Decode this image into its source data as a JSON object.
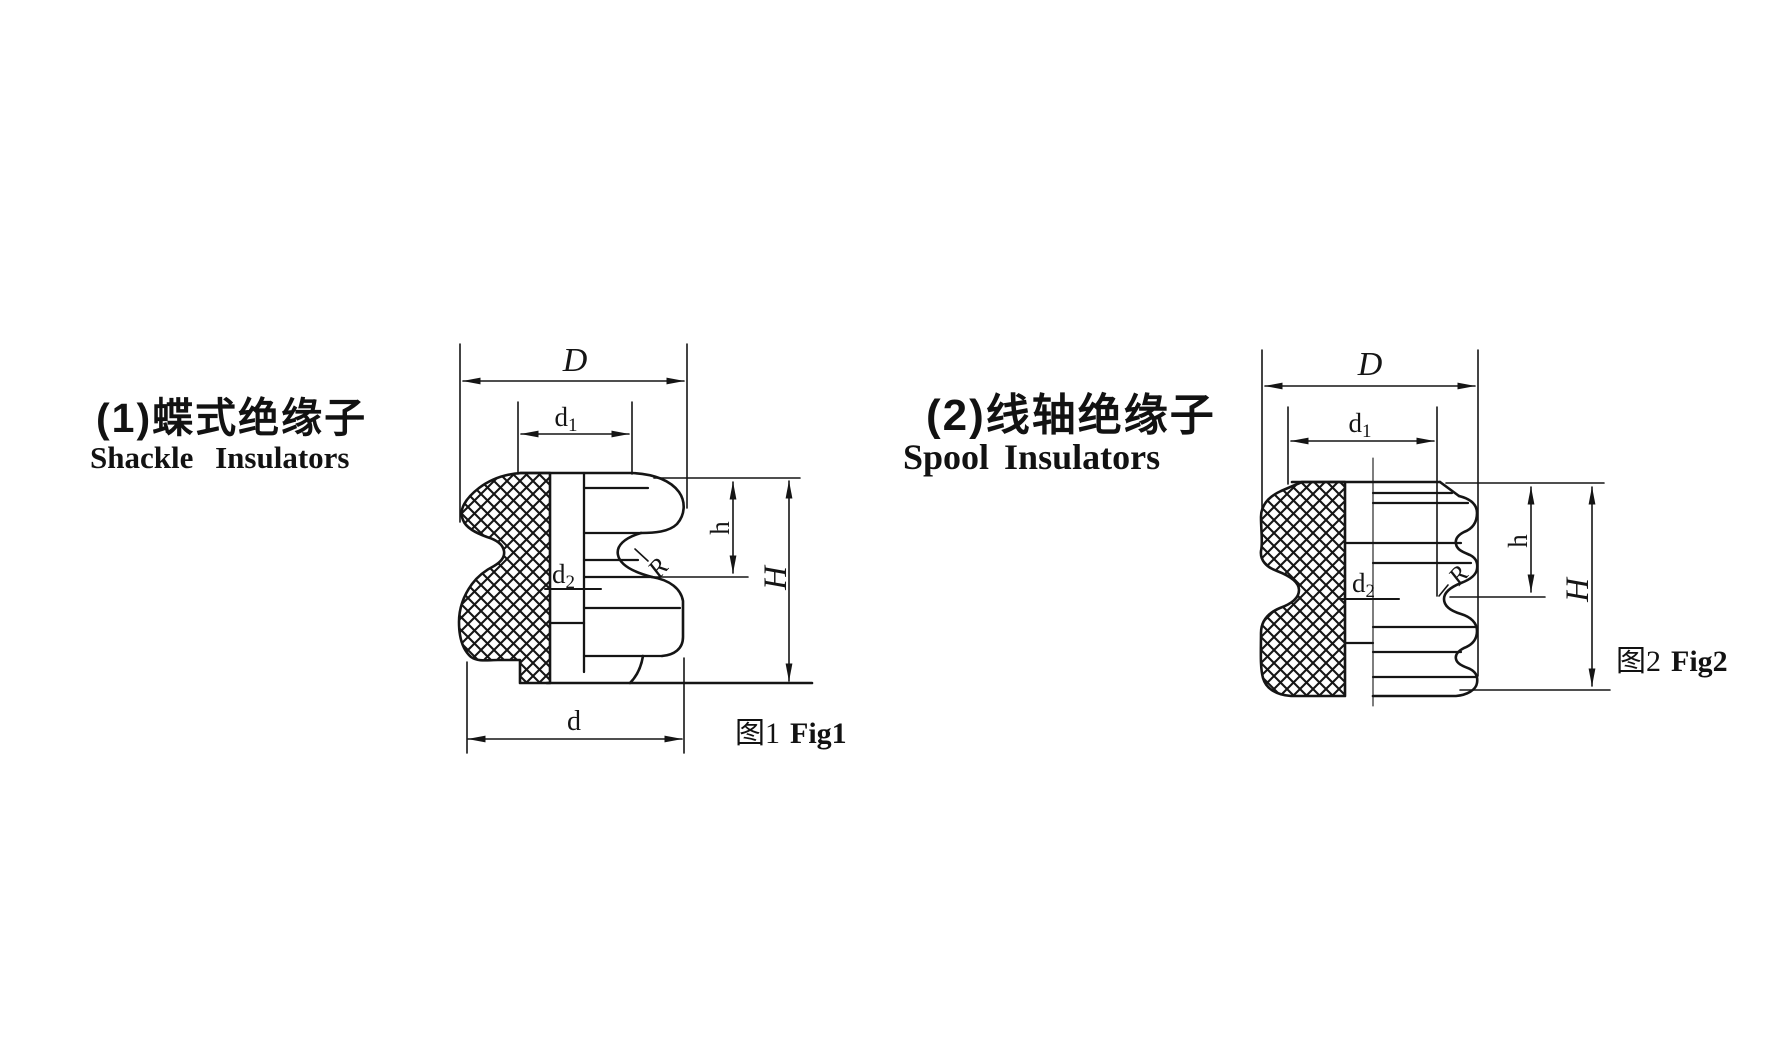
{
  "page": {
    "background_color": "#ffffff",
    "ink_color": "#151515"
  },
  "figure1": {
    "title_zh": "(1)蝶式绝缘子",
    "title_en": "Shackle Insulators",
    "caption_zh": "图1",
    "caption_en": "Fig1",
    "dims": {
      "D": "D",
      "d1_base": "d",
      "d1_sub": "1",
      "d2_base": "d",
      "d2_sub": "2",
      "h": "h",
      "H": "H",
      "R": "R",
      "d": "d"
    }
  },
  "figure2": {
    "title_zh": "(2)线轴绝缘子",
    "title_en": "Spool Insulators",
    "caption_zh": "图2",
    "caption_en": "Fig2",
    "dims": {
      "D": "D",
      "d1_base": "d",
      "d1_sub": "1",
      "d2_base": "d",
      "d2_sub": "2",
      "h": "h",
      "H": "H",
      "R": "R"
    }
  }
}
